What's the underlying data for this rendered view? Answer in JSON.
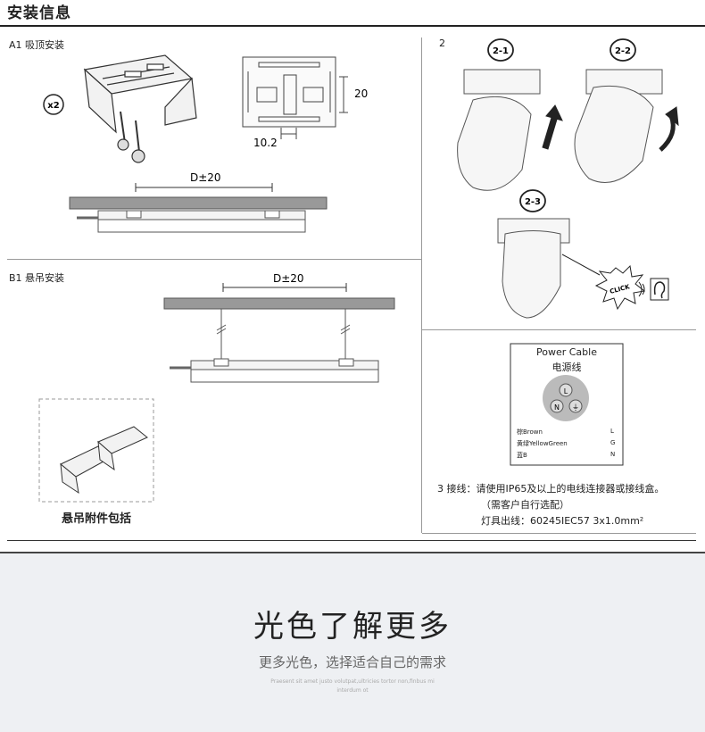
{
  "header": {
    "title": "安装信息"
  },
  "sections": {
    "a1_label": "A1 吸顶安装",
    "b1_label": "B1 悬吊安装",
    "step2_label": "2",
    "qty_badge": "x2",
    "dim_20": "20",
    "dim_10_2": "10.2",
    "dim_d20_top": "D±20",
    "dim_d20_bottom": "D±20",
    "accessory_caption": "悬吊附件包括",
    "step_2_1": "2-1",
    "step_2_2": "2-2",
    "step_2_3": "2-3",
    "click_text": "CLICK"
  },
  "power_cable": {
    "title_en": "Power Cable",
    "title_cn": "电源线",
    "pin_l": "L",
    "pin_n": "N",
    "pin_g": "⏚",
    "rows": [
      {
        "name": "棕Brown",
        "code": "L"
      },
      {
        "name": "黄绿YellowGreen",
        "code": "G"
      },
      {
        "name": "蓝B",
        "code": "N"
      }
    ]
  },
  "wiring": {
    "line1": "3 接线：请使用IP65及以上的电线连接器或接线盒。",
    "line2": "（需客户自行选配）",
    "line3": "灯具出线：60245IEC57 3x1.0mm²"
  },
  "promo": {
    "heading": "光色了解更多",
    "subheading": "更多光色，选择适合自己的需求",
    "latin1": "Praesent sit amet justo volutpat,ultricies tortor non,finbus mi",
    "latin2": "interdum ot"
  }
}
